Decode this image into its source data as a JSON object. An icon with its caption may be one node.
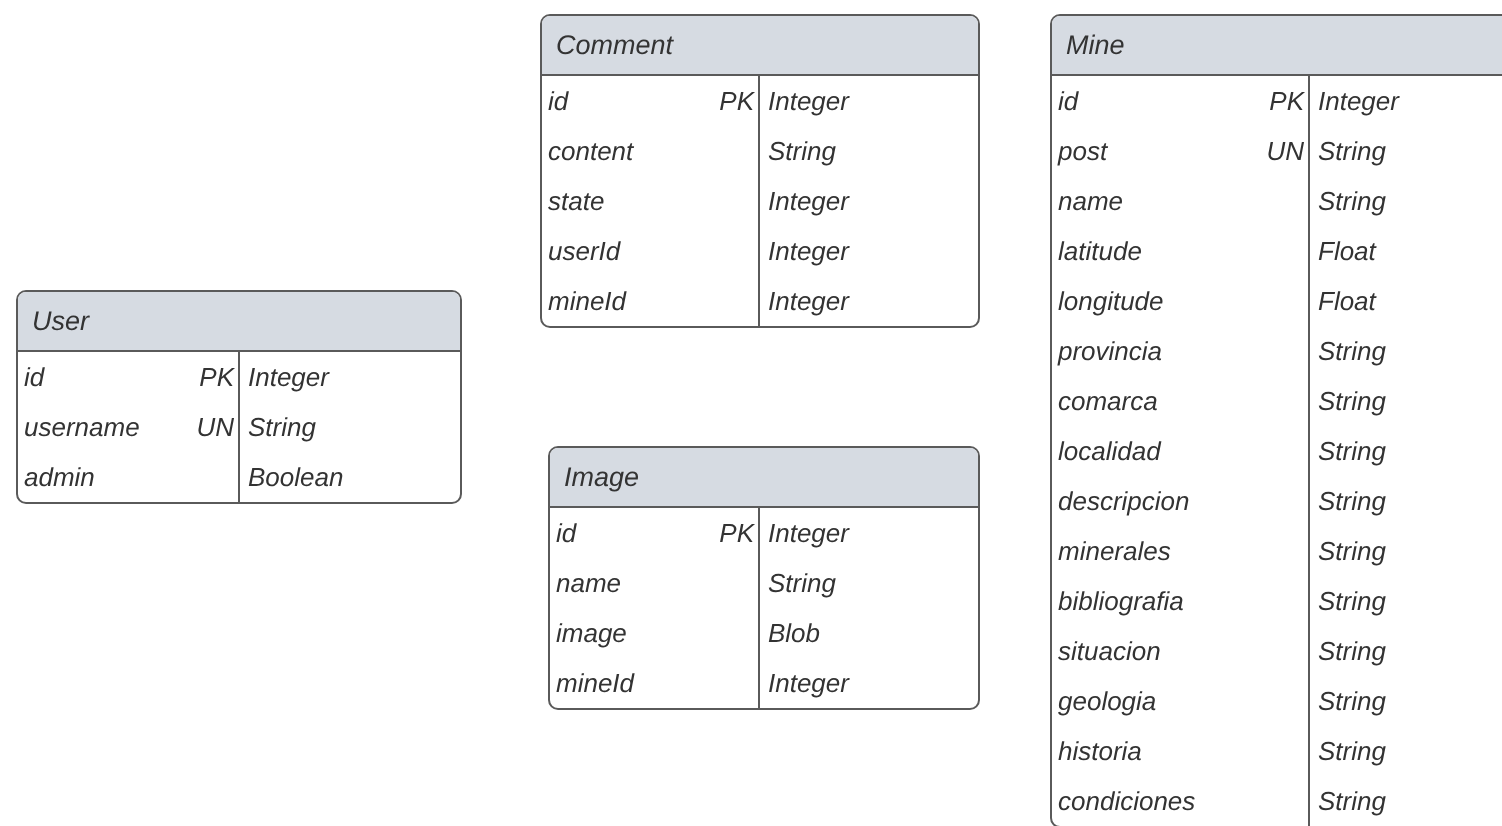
{
  "diagram": {
    "nodes": [
      {
        "text": [
          "Comment"
        ]
      },
      {
        "text": [
          "id",
          "PK",
          "Integer"
        ],
        "in": 0
      },
      {
        "text": [
          "content",
          "String"
        ],
        "in": 0
      },
      {
        "text": [
          "state",
          "Integer"
        ],
        "in": 0
      },
      {
        "text": [
          "userId",
          "Integer"
        ],
        "in": 0
      },
      {
        "text": [
          "mineId",
          "Integer"
        ],
        "in": 0
      },
      {
        "text": [
          "Mine"
        ]
      },
      {
        "text": [
          "id",
          "PK",
          "Integer"
        ],
        "in": 6
      },
      {
        "text": [
          "post",
          "UN",
          "String"
        ],
        "in": 6
      },
      {
        "text": [
          "name",
          "String"
        ],
        "in": 6
      },
      {
        "text": [
          "latitude",
          "Float"
        ],
        "in": 6
      },
      {
        "text": [
          "longitude",
          "Float"
        ],
        "in": 6
      },
      {
        "text": [
          "provincia",
          "String"
        ],
        "in": 6
      },
      {
        "text": [
          "comarca",
          "String"
        ],
        "in": 6
      },
      {
        "text": [
          "localidad",
          "String"
        ],
        "in": 6
      },
      {
        "text": [
          "descripcion",
          "String"
        ],
        "in": 6
      },
      {
        "text": [
          "minerales",
          "String"
        ],
        "in": 6
      },
      {
        "text": [
          "bibliografia",
          "String"
        ],
        "in": 6
      },
      {
        "text": [
          "situacion",
          "String"
        ],
        "in": 6
      },
      {
        "text": [
          "geologia",
          "String"
        ],
        "in": 6
      },
      {
        "text": [
          "historia",
          "String"
        ],
        "in": 6
      },
      {
        "text": [
          "condiciones",
          "String"
        ],
        "in": 6
      },
      {
        "text": [
          "User"
        ]
      },
      {
        "text": [
          "id",
          "PK",
          "Integer"
        ],
        "in": 22
      },
      {
        "text": [
          "username",
          "UN",
          "String"
        ],
        "in": 22
      },
      {
        "text": [
          "admin",
          "Boolean"
        ],
        "in": 22
      },
      {
        "text": [
          "Image"
        ]
      },
      {
        "text": [
          "id",
          "PK",
          "Integer"
        ],
        "in": 26
      },
      {
        "text": [
          "name",
          "String"
        ],
        "in": 26
      },
      {
        "text": [
          "image",
          "Blob"
        ],
        "in": 26
      },
      {
        "text": [
          "mineId",
          "Integer"
        ],
        "in": 26
      }
    ]
  }
}
